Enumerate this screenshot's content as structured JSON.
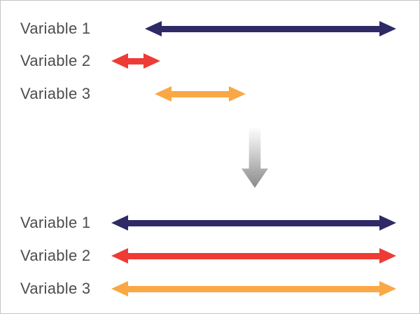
{
  "diagram": {
    "description": "Before-and-after illustration of variable ranges being rescaled to a common range",
    "colors": {
      "variable1_arrow": "#2e2a66",
      "variable2_arrow": "#ee3b35",
      "variable3_arrow": "#f9a845",
      "label_text": "#4d4d4d",
      "frame_border": "#c5c5c5",
      "transform_arrow_top": "#fdfdfd",
      "transform_arrow_bottom": "#8a8a8a"
    },
    "before": {
      "rows": [
        {
          "label": "Variable 1",
          "color": "#2e2a66",
          "start": 206,
          "end": 565
        },
        {
          "label": "Variable 2",
          "color": "#ee3b35",
          "start": 158,
          "end": 228
        },
        {
          "label": "Variable 3",
          "color": "#f9a845",
          "start": 220,
          "end": 350
        }
      ]
    },
    "transform": {
      "icon": "down-arrow"
    },
    "after": {
      "rows": [
        {
          "label": "Variable 1",
          "color": "#2e2a66",
          "start": 158,
          "end": 565
        },
        {
          "label": "Variable 2",
          "color": "#ee3b35",
          "start": 158,
          "end": 565
        },
        {
          "label": "Variable 3",
          "color": "#f9a845",
          "start": 158,
          "end": 565
        }
      ]
    }
  }
}
